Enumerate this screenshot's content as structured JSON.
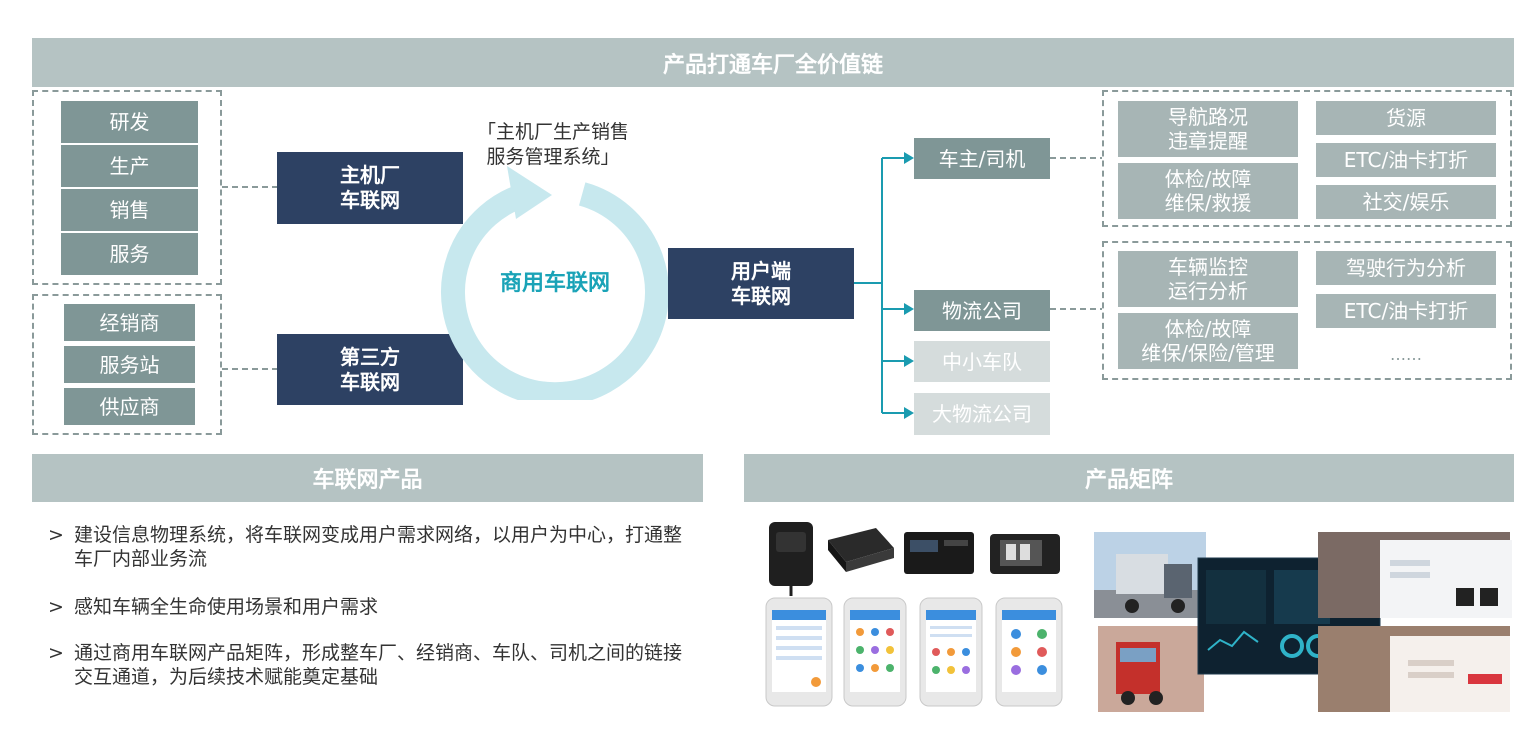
{
  "top_banner": "产品打通车厂全价值链",
  "left_group1": [
    "研发",
    "生产",
    "销售",
    "服务"
  ],
  "left_group2": [
    "经销商",
    "服务站",
    "供应商"
  ],
  "oem_box": {
    "line1": "主机厂",
    "line2": "车联网"
  },
  "third_box": {
    "line1": "第三方",
    "line2": "车联网"
  },
  "cycle_caption": "「主机厂生产销售\n服务管理系统」",
  "cycle_center": "商用车联网",
  "user_box": {
    "line1": "用户端",
    "line2": "车联网"
  },
  "user_types": [
    "车主/司机",
    "物流公司",
    "中小车队",
    "大物流公司"
  ],
  "driver_services": {
    "left": [
      "导航路况\n违章提醒",
      "体检/故障\n维保/救援"
    ],
    "right": [
      "货源",
      "ETC/油卡打折",
      "社交/娱乐"
    ]
  },
  "logistics_services": {
    "left": [
      "车辆监控\n运行分析",
      "体检/故障\n维保/保险/管理"
    ],
    "right": [
      "驾驶行为分析",
      "ETC/油卡打折",
      "……"
    ]
  },
  "iov_banner": "车联网产品",
  "bullet_mark": ">",
  "bullets": [
    "建设信息物理系统，将车联网变成用户需求网络，以用户为中心，打通整车厂内部业务流",
    "感知车辆全生命使用场景和用户需求",
    "通过商用车联网产品矩阵，形成整车厂、经销商、车队、司机之间的链接交互通道，为后续技术赋能奠定基础"
  ],
  "matrix_banner": "产品矩阵",
  "colors": {
    "navy": "#2d4163",
    "gray_box": "#7f9696",
    "banner": "#b5c3c3",
    "teal_arrow": "#1a9bb0",
    "ring": "#c7e8ee",
    "center_text": "#1aa3b7"
  }
}
